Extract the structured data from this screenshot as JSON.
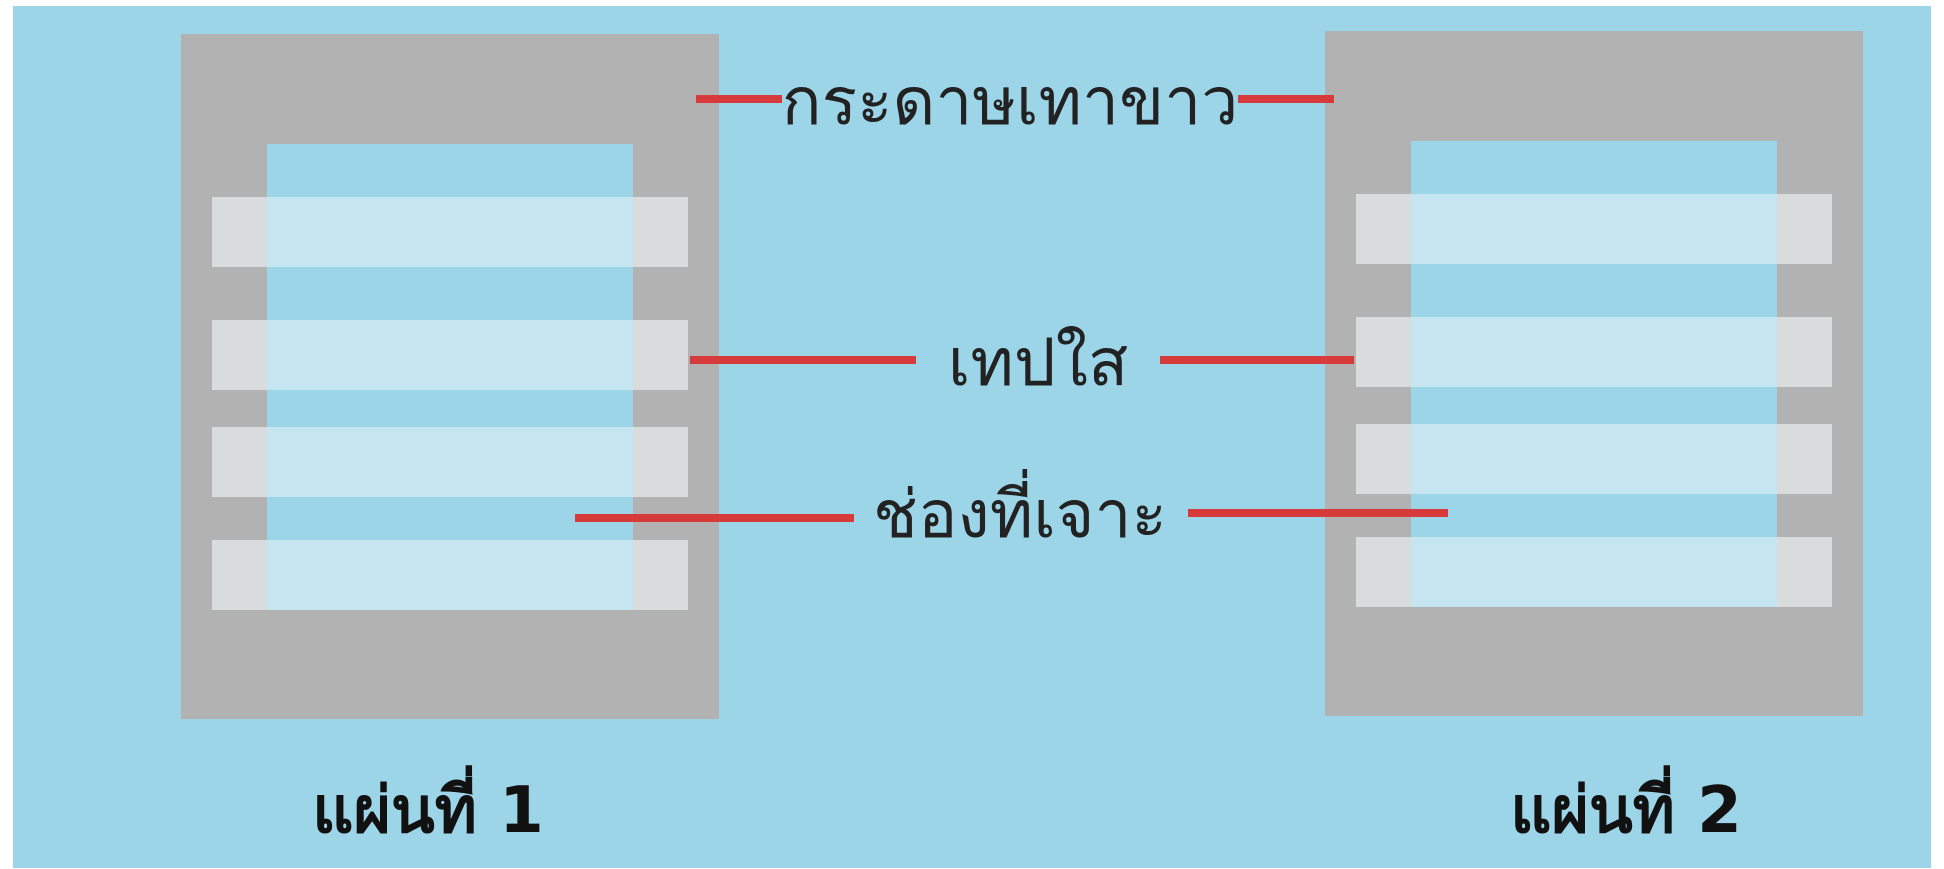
{
  "colors": {
    "background": "#9dd5e8",
    "frame": "#ffffff",
    "paper": "#b2b2b2",
    "tape": "#d9dcdc",
    "tape_over_hole": "#c5e6f0",
    "leader": "#d63a3a"
  },
  "labels": {
    "gray_paper": "กระดาษเทาขาว",
    "clear_tape": "เทปใส",
    "punched_hole": "ช่องที่เจาะ"
  },
  "sheets": [
    {
      "caption": "แผ่นที่ 1"
    },
    {
      "caption": "แผ่นที่ 2"
    }
  ]
}
